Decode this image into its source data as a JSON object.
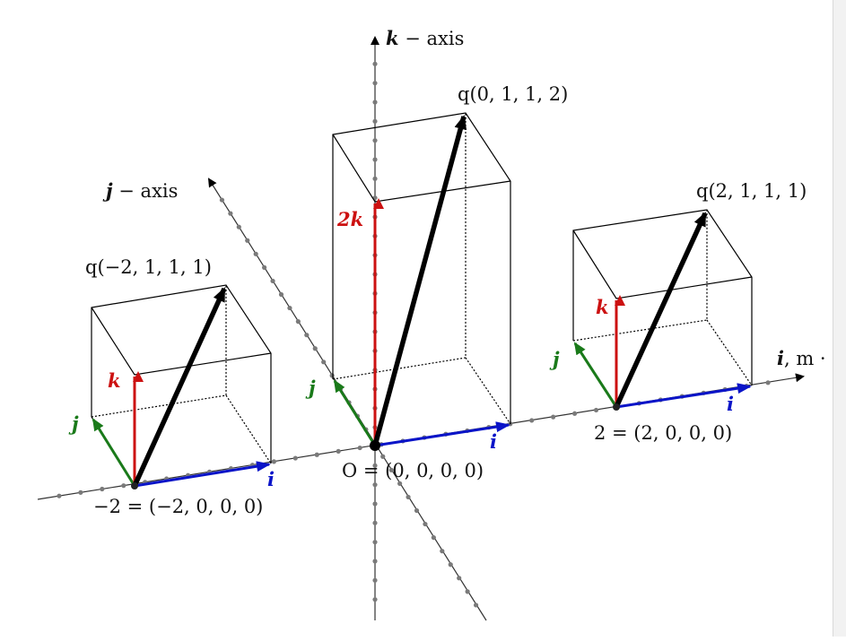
{
  "colors": {
    "i_vector": "#0a14c8",
    "j_vector": "#1a7a1a",
    "k_vector": "#cc1111",
    "q_vector": "#000000",
    "axis": "#333333",
    "tick": "#7a7a7a"
  },
  "axes": {
    "k_axis": {
      "vec": "k",
      "label": " − axis"
    },
    "j_axis": {
      "vec": "j",
      "label": " − axis"
    },
    "i_axis": {
      "vec": "i",
      "label": ", m ·"
    }
  },
  "points": {
    "origin": "O = (0, 0, 0, 0)",
    "left": "−2 = (−2, 0, 0, 0)",
    "right": "2 = (2, 0, 0, 0)"
  },
  "quaternions": {
    "left": "q(−2, 1, 1, 1)",
    "center": "q(0, 1, 1, 2)",
    "right": "q(2, 1, 1, 1)"
  },
  "vector_labels": {
    "i": "i",
    "j": "j",
    "k": "k",
    "two_k": "2k"
  },
  "icons": {
    "arrowhead": "triangle-arrowhead-icon",
    "tick_mark": "dot-tick-icon"
  }
}
